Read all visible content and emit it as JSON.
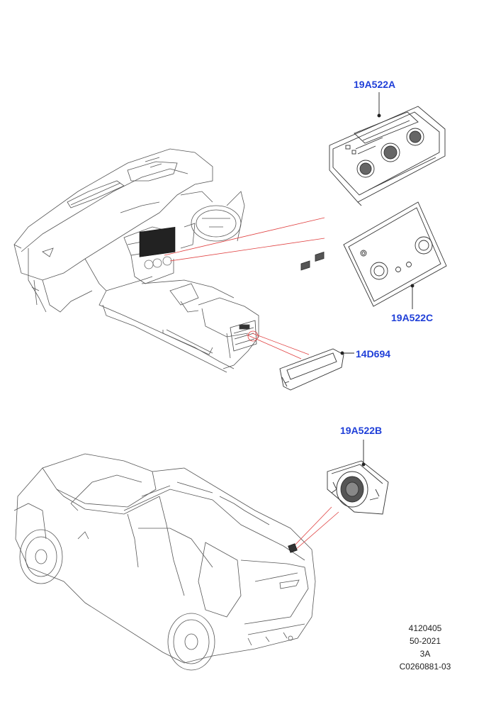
{
  "callouts": {
    "part_a": "19A522A",
    "part_c": "19A522C",
    "part_d": "14D694",
    "part_b": "19A522B"
  },
  "footer": {
    "line1": "4120405",
    "line2": "50-2021",
    "line3": "3A",
    "line4": "C0260881-03"
  },
  "colors": {
    "callout_text": "#1f3fd8",
    "leader_red": "#e04040",
    "line_art": "#444444"
  }
}
